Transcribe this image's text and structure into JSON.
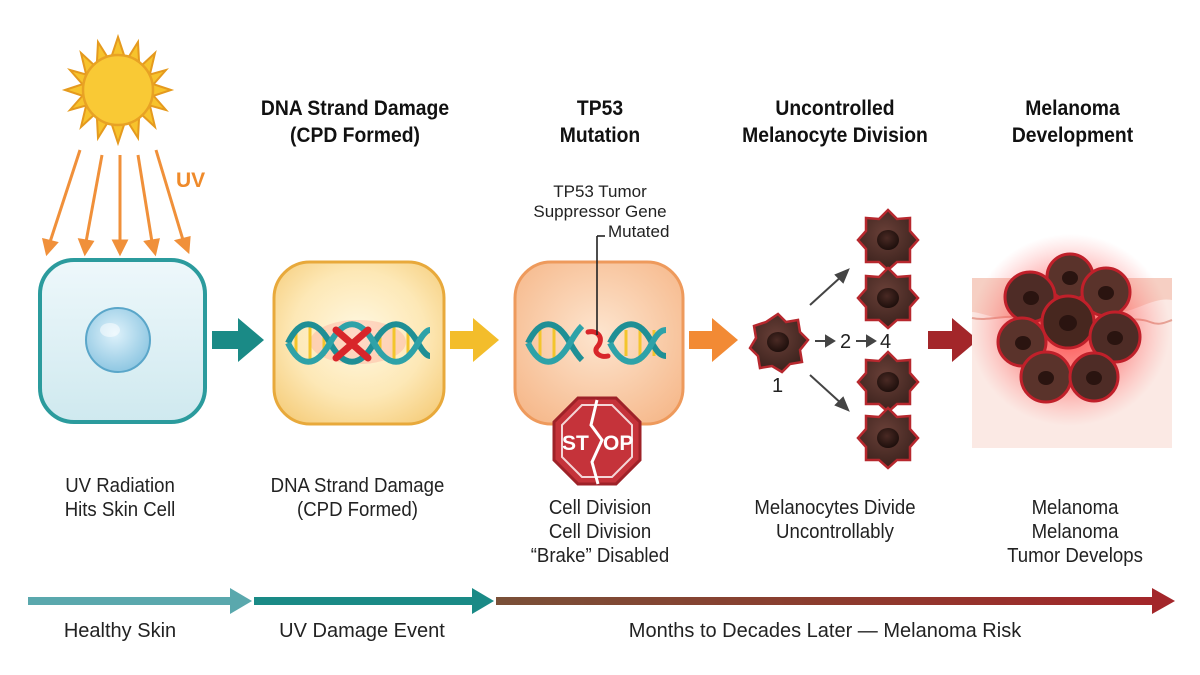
{
  "uv_label": "UV",
  "stages": [
    {
      "heading": [],
      "caption": [
        "UV Radiation",
        "Hits Skin Cell"
      ]
    },
    {
      "heading": [
        "DNA Strand Damage",
        "(CPD Formed)"
      ],
      "caption": [
        "DNA Strand Damage",
        "(CPD Formed)"
      ]
    },
    {
      "heading": [
        "TP53",
        "Mutation"
      ],
      "caption": [
        "Cell Division",
        "Cell Division",
        "“Brake” Disabled"
      ]
    },
    {
      "heading": [
        "Uncontrolled",
        "Melanocyte Division"
      ],
      "caption": [
        "Melanocytes Divide",
        "Uncontrollably"
      ]
    },
    {
      "heading": [
        "Melanoma",
        "Development"
      ],
      "caption": [
        "Melanoma",
        "Melanoma",
        "Tumor Develops"
      ]
    }
  ],
  "tp53_annotation": [
    "TP53 Tumor",
    "Suppressor Gene",
    "Mutated"
  ],
  "stop_sign": {
    "left": "ST",
    "right": "OP"
  },
  "division_counts": {
    "one": "1",
    "two": "2",
    "four": "4"
  },
  "timeline": {
    "segments": [
      "Healthy Skin",
      "UV Damage Event",
      "Months to Decades Later — Melanoma Risk"
    ]
  },
  "colors": {
    "teal": "#1a8a86",
    "gold": "#f3bd2b",
    "orange": "#f28a34",
    "crimson": "#a3262a",
    "sun": "#f7c32c"
  }
}
